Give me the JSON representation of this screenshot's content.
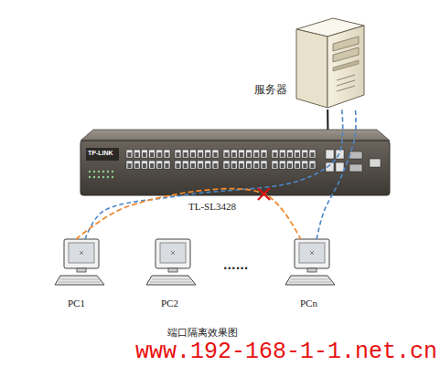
{
  "diagram": {
    "caption": "端口隔离效果图",
    "nodes": [
      {
        "text": [
          "服务器"
        ]
      },
      {
        "text": [
          "TL-SL3428"
        ]
      },
      {
        "text": [
          "PC1"
        ]
      },
      {
        "text": [
          "PC2"
        ]
      },
      {
        "text": [
          "PCn"
        ]
      }
    ],
    "edges": [
      {
        "from": 0,
        "to": 1,
        "arrow": "none"
      },
      {
        "from": 2,
        "to": 0,
        "arrow": "none"
      },
      {
        "from": 4,
        "to": 0,
        "arrow": "none"
      },
      {
        "from": 2,
        "to": 4,
        "arrow": "none"
      }
    ],
    "labels": [
      "......",
      "www.192-168-1-1.net.cn",
      "TP-LINK"
    ]
  }
}
